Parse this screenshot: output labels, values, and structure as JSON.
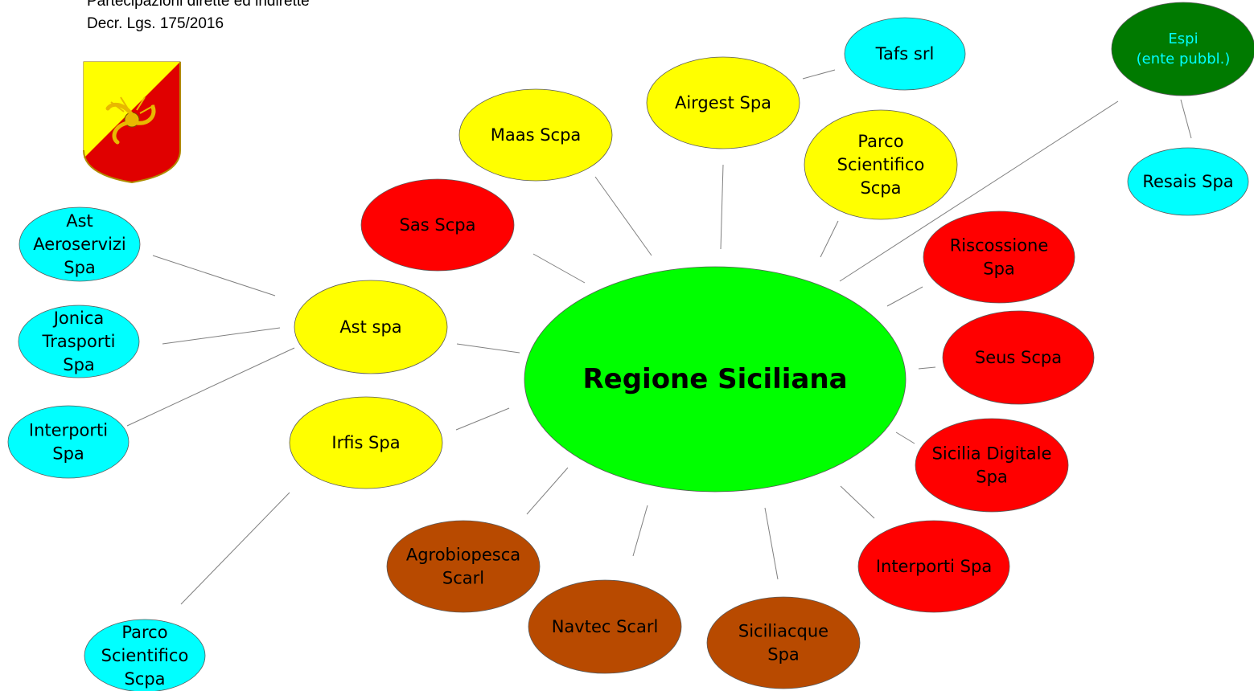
{
  "header": {
    "line1": "Partecipazioni dirette ed indirette",
    "line2": "Decr. Lgs. 175/2016"
  },
  "logo": {
    "name": "regione-siciliana-coat-of-arms",
    "colors": [
      "#FFFF00",
      "#E00000"
    ]
  },
  "colors": {
    "center": "#00FF00",
    "direct_yellow": "#FFFF00",
    "direct_red": "#FF0000",
    "direct_brown": "#B84A00",
    "indirect_cyan": "#00FFFF",
    "ente_pubblico_green": "#007A00"
  },
  "center": {
    "id": "regione",
    "label": "Regione Siciliana"
  },
  "nodes": [
    {
      "id": "maas",
      "label": [
        "Maas Scpa"
      ],
      "color": "#FFFF00",
      "text_color": "#000000"
    },
    {
      "id": "airgest",
      "label": [
        "Airgest Spa"
      ],
      "color": "#FFFF00",
      "text_color": "#000000"
    },
    {
      "id": "tafs",
      "label": [
        "Tafs srl"
      ],
      "color": "#00FFFF",
      "text_color": "#000000"
    },
    {
      "id": "parco_dir",
      "label": [
        "Parco",
        "Scientifico",
        "Scpa"
      ],
      "color": "#FFFF00",
      "text_color": "#000000"
    },
    {
      "id": "espi",
      "label": [
        "Espi",
        "(ente pubbl.)"
      ],
      "color": "#007A00",
      "text_color": "#00FFFF"
    },
    {
      "id": "resais",
      "label": [
        "Resais Spa"
      ],
      "color": "#00FFFF",
      "text_color": "#000000"
    },
    {
      "id": "sas",
      "label": [
        "Sas Scpa"
      ],
      "color": "#FF0000",
      "text_color": "#000000"
    },
    {
      "id": "riscossione",
      "label": [
        "Riscossione",
        "Spa"
      ],
      "color": "#FF0000",
      "text_color": "#000000"
    },
    {
      "id": "seus",
      "label": [
        "Seus Scpa"
      ],
      "color": "#FF0000",
      "text_color": "#000000"
    },
    {
      "id": "sicilia_digitale",
      "label": [
        "Sicilia Digitale",
        "Spa"
      ],
      "color": "#FF0000",
      "text_color": "#000000"
    },
    {
      "id": "interporti_dir",
      "label": [
        "Interporti Spa"
      ],
      "color": "#FF0000",
      "text_color": "#000000"
    },
    {
      "id": "siciliacque",
      "label": [
        "Siciliacque",
        "Spa"
      ],
      "color": "#B84A00",
      "text_color": "#000000"
    },
    {
      "id": "navtec",
      "label": [
        "Navtec Scarl"
      ],
      "color": "#B84A00",
      "text_color": "#000000"
    },
    {
      "id": "agrobiopesca",
      "label": [
        "Agrobiopesca",
        "Scarl"
      ],
      "color": "#B84A00",
      "text_color": "#000000"
    },
    {
      "id": "ast",
      "label": [
        "Ast spa"
      ],
      "color": "#FFFF00",
      "text_color": "#000000"
    },
    {
      "id": "irfis",
      "label": [
        "Irfis Spa"
      ],
      "color": "#FFFF00",
      "text_color": "#000000"
    },
    {
      "id": "ast_aero",
      "label": [
        "Ast",
        "Aeroservizi",
        "Spa"
      ],
      "color": "#00FFFF",
      "text_color": "#000000"
    },
    {
      "id": "jonica",
      "label": [
        "Jonica",
        "Trasporti",
        "Spa"
      ],
      "color": "#00FFFF",
      "text_color": "#000000"
    },
    {
      "id": "interporti_ind",
      "label": [
        "Interporti",
        "Spa"
      ],
      "color": "#00FFFF",
      "text_color": "#000000"
    },
    {
      "id": "parco_ind",
      "label": [
        "Parco",
        "Scientifico",
        "Scpa"
      ],
      "color": "#00FFFF",
      "text_color": "#000000"
    }
  ],
  "edges": [
    [
      "regione",
      "maas"
    ],
    [
      "regione",
      "airgest"
    ],
    [
      "airgest",
      "tafs"
    ],
    [
      "regione",
      "parco_dir"
    ],
    [
      "regione",
      "espi"
    ],
    [
      "espi",
      "resais"
    ],
    [
      "regione",
      "sas"
    ],
    [
      "regione",
      "riscossione"
    ],
    [
      "regione",
      "seus"
    ],
    [
      "regione",
      "sicilia_digitale"
    ],
    [
      "regione",
      "interporti_dir"
    ],
    [
      "regione",
      "siciliacque"
    ],
    [
      "regione",
      "navtec"
    ],
    [
      "regione",
      "agrobiopesca"
    ],
    [
      "regione",
      "ast"
    ],
    [
      "regione",
      "irfis"
    ],
    [
      "ast",
      "ast_aero"
    ],
    [
      "ast",
      "jonica"
    ],
    [
      "ast",
      "interporti_ind"
    ],
    [
      "irfis",
      "parco_ind"
    ]
  ]
}
